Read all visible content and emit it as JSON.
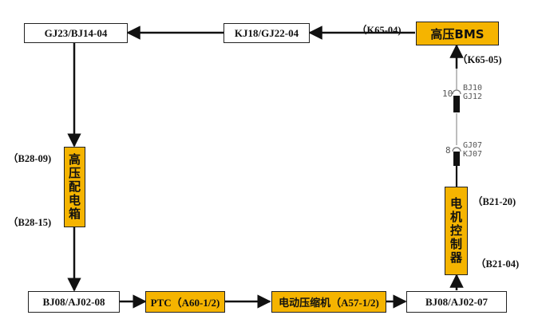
{
  "nodes": {
    "gj23": "GJ23/BJ14-04",
    "kj18": "KJ18/GJ22-04",
    "bms": "高压BMS",
    "hv_box": "高压配电箱",
    "motor_ctrl": "电机控制器",
    "bj08_left": "BJ08/AJ02-08",
    "ptc": "PTC（A60-1/2)",
    "compressor": "电动压缩机（A57-1/2)",
    "bj08_right": "BJ08/AJ02-07"
  },
  "labels": {
    "k65_04": "（K65-04)",
    "k65_05": "（K65-05)",
    "b28_09": "（B28-09)",
    "b28_15": "（B28-15)",
    "b21_20": "（B21-20)",
    "b21_04": "（B21-04)"
  },
  "connectors": {
    "upper_pin": "10",
    "upper_top": "BJ10",
    "upper_bottom": "GJ12",
    "lower_pin": "8",
    "lower_top": "GJ07",
    "lower_bottom": "KJ07"
  },
  "colors": {
    "highlight": "#f5b400",
    "line": "#111111"
  }
}
